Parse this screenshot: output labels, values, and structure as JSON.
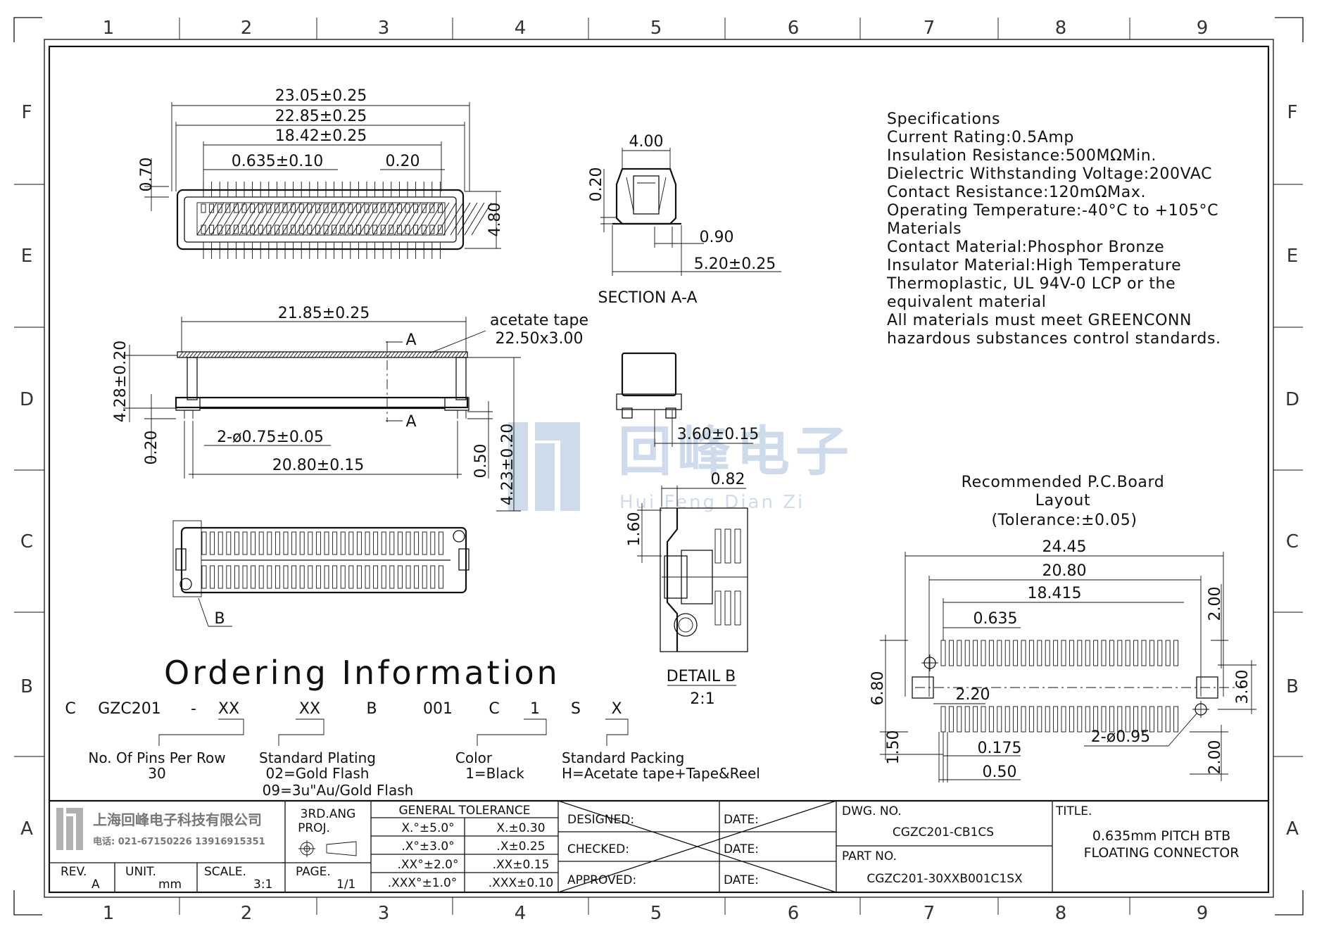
{
  "zones": {
    "columns": [
      "1",
      "2",
      "3",
      "4",
      "5",
      "6",
      "7",
      "8",
      "9"
    ],
    "rows": [
      "F",
      "E",
      "D",
      "C",
      "B",
      "A"
    ]
  },
  "top_view": {
    "dims": [
      "23.05±0.25",
      "22.85±0.25",
      "18.42±0.25",
      "0.635±0.10",
      "0.20",
      "0.70",
      "4.80"
    ]
  },
  "section": {
    "dims": [
      "4.00",
      "0.20",
      "0.90",
      "5.20±0.25"
    ],
    "label": "SECTION A-A"
  },
  "side_view": {
    "dims": [
      "21.85±0.25",
      "4.28±0.20",
      "0.20",
      "2-ø0.75±0.05",
      "20.80±0.15",
      "0.50",
      "4.23±0.20"
    ],
    "tape": [
      "acetate tape",
      "22.50x3.00"
    ],
    "cut": [
      "A",
      "A"
    ]
  },
  "bottom_view": {
    "callout": "B"
  },
  "detail": {
    "dims": [
      "3.60±0.15",
      "0.82",
      "1.60"
    ],
    "label": "DETAIL B",
    "scale": "2:1"
  },
  "specifications": [
    "Specifications",
    "Current Rating:0.5Amp",
    "Insulation Resistance:500MΩMin.",
    "Dielectric Withstanding Voltage:200VAC",
    "Contact Resistance:120mΩMax.",
    "Operating Temperature:-40°C to +105°C",
    "Materials",
    "Contact Material:Phosphor Bronze",
    "Insulator Material:High Temperature",
    "Thermoplastic, UL 94V-0 LCP or the",
    "equivalent material",
    "All materials must meet GREENCONN",
    "hazardous substances control standards."
  ],
  "watermark": {
    "cn": "回峰电子",
    "pinyin": "Hui Feng Dian Zi",
    "color": "#1f5fa8"
  },
  "pcb": {
    "title": [
      "Recommended P.C.Board",
      "Layout",
      "(Tolerance:±0.05)"
    ],
    "dims": [
      "24.45",
      "20.80",
      "18.415",
      "0.635",
      "2.00",
      "6.80",
      "2.20",
      "3.60",
      "1.50",
      "0.175",
      "0.50",
      "2-ø0.95",
      "2.00"
    ]
  },
  "ordering": {
    "title": "Ordering Information",
    "code": [
      "C",
      "GZC201",
      "-",
      "XX",
      "XX",
      "B",
      "001",
      "C",
      "1",
      "S",
      "X"
    ],
    "pins": [
      "No. Of Pins Per Row",
      "30"
    ],
    "plating": [
      "Standard Plating",
      "02=Gold Flash",
      "09=3u\"Au/Gold Flash"
    ],
    "color": [
      "Color",
      "1=Black"
    ],
    "packing": [
      "Standard Packing",
      "H=Acetate tape+Tape&Reel"
    ]
  },
  "title_block": {
    "company": "上海回峰电子科技有限公司",
    "phone": "电话: 021-67150226   13916915351",
    "projection": [
      "3RD.ANG",
      "PROJ."
    ],
    "rev_label": "REV.",
    "rev": "A",
    "unit_label": "UNIT.",
    "unit": "mm",
    "scale_label": "SCALE.",
    "scale": "3:1",
    "page_label": "PAGE.",
    "page": "1/1",
    "tolerance_title": "GENERAL TOLERANCE",
    "tolerance_rows": [
      [
        "X.°±5.0°",
        "X.±0.30"
      ],
      [
        ".X°±3.0°",
        ".X±0.25"
      ],
      [
        ".XX°±2.0°",
        ".XX±0.15"
      ],
      [
        ".XXX°±1.0°",
        ".XXX±0.10"
      ]
    ],
    "designed": "DESIGNED:",
    "checked": "CHECKED:",
    "approved": "APPROVED:",
    "date": "DATE:",
    "dwg_no_label": "DWG. NO.",
    "dwg_no": "CGZC201-CB1CS",
    "part_no_label": "PART NO.",
    "part_no": "CGZC201-30XXB001C1SX",
    "title_label": "TITLE.",
    "title": [
      "0.635mm PITCH BTB",
      "FLOATING CONNECTOR"
    ]
  }
}
